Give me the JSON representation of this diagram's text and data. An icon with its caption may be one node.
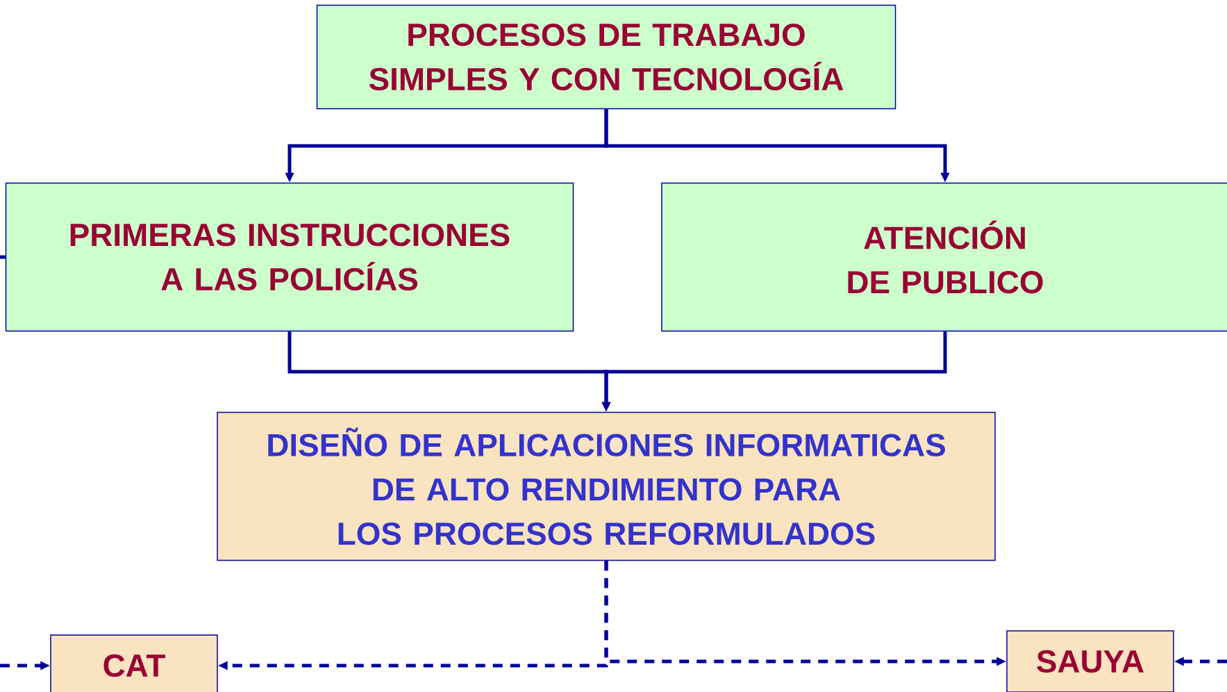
{
  "diagram": {
    "nodes": [
      {
        "text": [
          "PROCESOS DE TRABAJO SIMPLES Y CON TECNOLOGÍA"
        ]
      },
      {
        "text": [
          "PRIMERAS INSTRUCCIONES A LAS POLICÍAS"
        ]
      },
      {
        "text": [
          "ATENCIÓN DE PUBLICO"
        ]
      },
      {
        "text": [
          "DISEÑO DE APLICACIONES INFORMATICAS DE ALTO RENDIMIENTO PARA LOS PROCESOS REFORMULADOS"
        ]
      },
      {
        "text": [
          "CAT"
        ]
      },
      {
        "text": [
          "SAUYA"
        ]
      }
    ],
    "edges": [
      {
        "from": 0,
        "to": 1,
        "arrow": "to"
      },
      {
        "from": 0,
        "to": 2,
        "arrow": "to"
      },
      {
        "from": 1,
        "to": 3,
        "arrow": "to"
      },
      {
        "from": 2,
        "to": 3,
        "arrow": "to"
      },
      {
        "from": 3,
        "to": 4,
        "arrow": "to",
        "style": "dashed"
      },
      {
        "from": 3,
        "to": 5,
        "arrow": "to",
        "style": "dashed"
      },
      {
        "from": null,
        "to": 4,
        "arrow": "to",
        "style": "dashed"
      },
      {
        "from": null,
        "to": 5,
        "arrow": "to",
        "style": "dashed"
      },
      {
        "from": null,
        "to": 1,
        "arrow": "none"
      }
    ]
  }
}
